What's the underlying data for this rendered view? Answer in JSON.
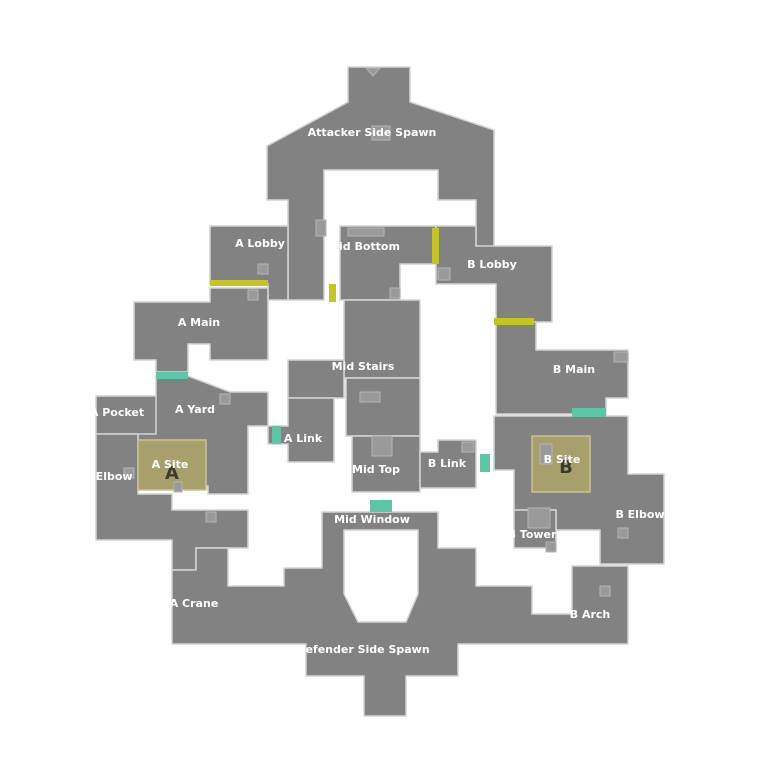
{
  "map": {
    "callouts": {
      "attacker_spawn": "Attacker Side Spawn",
      "a_lobby": "A Lobby",
      "mid_bottom": "Mid Bottom",
      "b_lobby": "B Lobby",
      "a_main": "A Main",
      "mid_stairs": "Mid Stairs",
      "b_main": "B Main",
      "a_pocket": "A Pocket",
      "a_yard": "A Yard",
      "a_link": "A Link",
      "a_site": "A Site",
      "a_elbow": "A Elbow",
      "mid_top": "Mid Top",
      "b_link": "B Link",
      "b_site": "B Site",
      "b_elbow": "B Elbow",
      "mid_window": "Mid Window",
      "b_tower": "B Tower",
      "a_crane": "A Crane",
      "b_arch": "B Arch",
      "defender_spawn": "Defender Side Spawn"
    },
    "site_markers": {
      "a": "A",
      "b": "B"
    },
    "colors": {
      "floor": "#828282",
      "barrier": "#c4c42a",
      "door": "#5ec6a6",
      "plant_zone": "#a79f6c"
    }
  }
}
